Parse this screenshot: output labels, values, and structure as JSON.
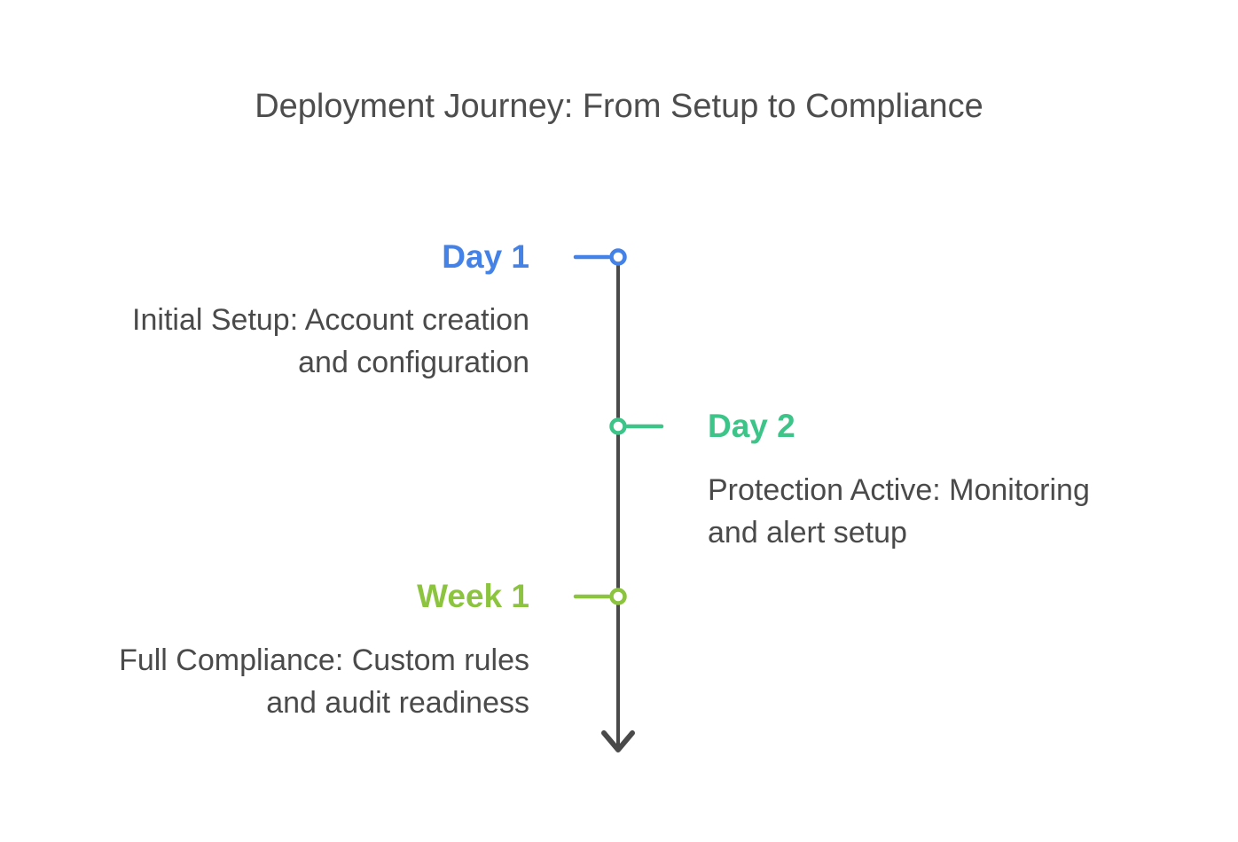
{
  "title": "Deployment Journey: From Setup to Compliance",
  "colors": {
    "axis": "#4a4a4a",
    "title_text": "#4d4d4d",
    "description_text": "#4a4a4a",
    "background": "#ffffff",
    "marker_fill": "#ffffff"
  },
  "milestones": [
    {
      "label": "Day 1",
      "color": "#4582e8",
      "side": "left",
      "desc_lines": [
        "Initial Setup: Account creation",
        "and configuration"
      ]
    },
    {
      "label": "Day 2",
      "color": "#3cc489",
      "side": "right",
      "desc_lines": [
        "Protection Active: Monitoring",
        "and alert setup"
      ]
    },
    {
      "label": "Week 1",
      "color": "#8cc43f",
      "side": "left",
      "desc_lines": [
        "Full Compliance: Custom rules",
        "and audit readiness"
      ]
    }
  ]
}
